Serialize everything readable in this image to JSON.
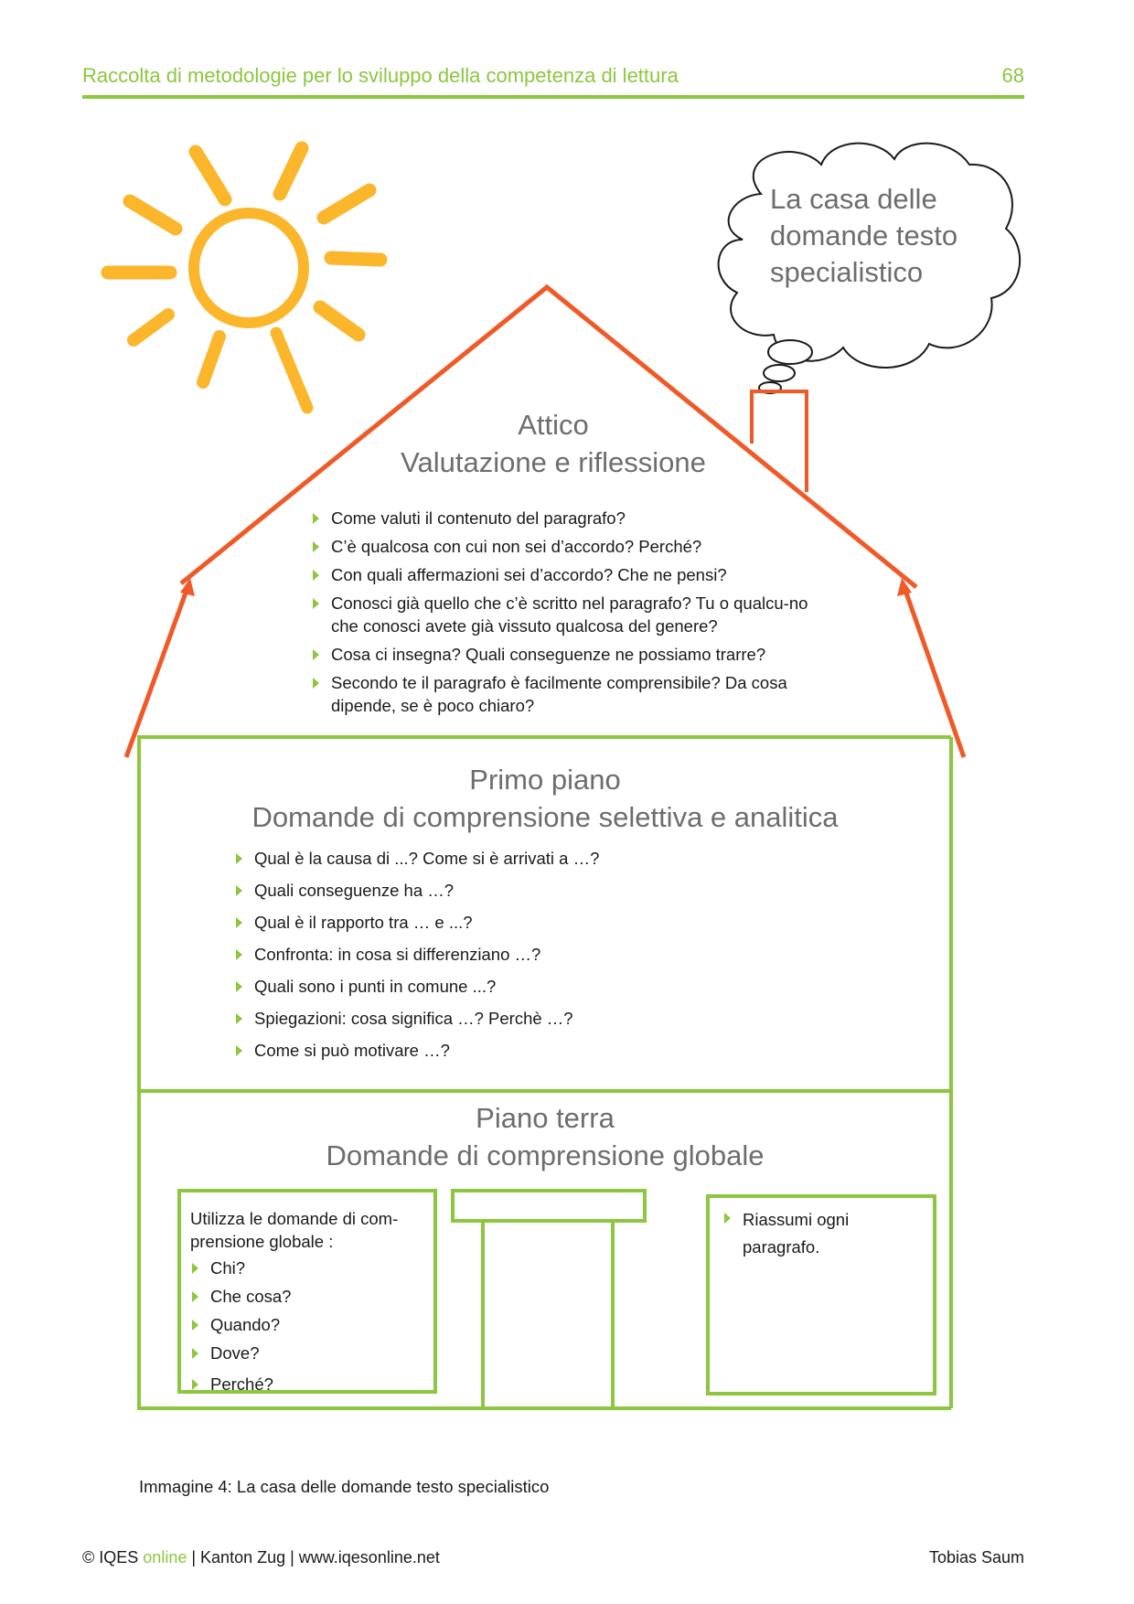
{
  "header": {
    "title": "Raccolta di metodologie per lo sviluppo della competenza di lettura",
    "page_number": "68"
  },
  "cloud": {
    "line1": "La casa delle",
    "line2": "domande testo",
    "line3": "specialistico"
  },
  "attic": {
    "title": "Attico",
    "subtitle": "Valutazione e riflessione",
    "items": [
      "Come valuti il contenuto del paragrafo?",
      "C’è qualcosa con cui non sei d’accordo? Perché?",
      "Con quali affermazioni sei d’accordo? Che ne pensi?",
      "Conosci già quello che c’è scritto nel paragrafo? Tu o qualcu-no che conosci avete già vissuto qualcosa del genere?",
      "Cosa ci insegna? Quali conseguenze ne possiamo trarre?",
      "Secondo te il paragrafo è facilmente comprensibile? Da cosa dipende, se è poco chiaro?"
    ]
  },
  "first_floor": {
    "title": "Primo piano",
    "subtitle": "Domande di comprensione selettiva e analitica",
    "items": [
      "Qual è la causa di ...? Come si è arrivati a …?",
      "Quali conseguenze ha …?",
      "Qual è il rapporto tra … e ...?",
      "Confronta: in cosa si differenziano …?",
      "Quali sono i punti in comune ...?",
      "Spiegazioni: cosa significa …? Perchè …?",
      "Come si può motivare …?"
    ]
  },
  "ground_floor": {
    "title": "Piano terra",
    "subtitle": "Domande di comprensione globale",
    "left_box": {
      "intro": "Utilizza le domande di com-prensione globale :",
      "items": [
        "Chi?",
        "Che cosa?",
        "Quando?",
        "Dove?",
        "Perché?"
      ]
    },
    "right_box": {
      "items": [
        "Riassumi ogni paragrafo."
      ]
    }
  },
  "caption": "Immagine 4: La casa delle domande testo specialistico",
  "footer": {
    "copyright": "© IQES",
    "brand_online": "online",
    "rest": "| Kanton Zug | www.iqesonline.net",
    "author": "Tobias Saum"
  },
  "colors": {
    "green": "#8dc63f",
    "roof_orange": "#f05a28",
    "sun_yellow": "#fbb62c",
    "heading_gray": "#6d6d6d"
  }
}
